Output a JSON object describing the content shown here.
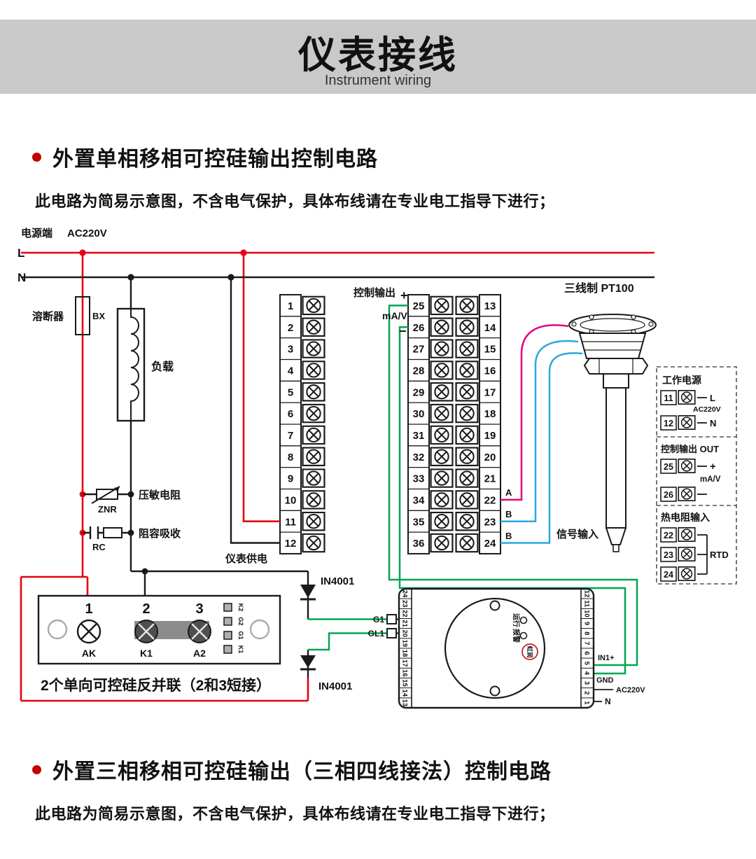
{
  "header": {
    "title": "仪表接线",
    "subtitle": "Instrument wiring"
  },
  "sections": {
    "s1_title": "外置单相移相可控硅输出控制电路",
    "s1_note": "此电路为简易示意图，不含电气保护，具体布线请在专业电工指导下进行；",
    "s2_title": "外置三相移相可控硅输出（三相四线接法）控制电路",
    "s2_note": "此电路为简易示意图，不含电气保护，具体布线请在专业电工指导下进行；"
  },
  "diagram": {
    "power": {
      "label": "电源端",
      "voltage": "AC220V",
      "line_l": "L",
      "line_n": "N"
    },
    "components": {
      "fuse": "溶断器",
      "fuse_code": "BX",
      "load": "负载",
      "varistor": "压敏电阻",
      "varistor_code": "ZNR",
      "rc": "阻容吸收",
      "rc_code": "RC",
      "meter_supply": "仪表供电",
      "control_output": "控制输出",
      "plus": "+",
      "ma_v": "mA/V",
      "minus": "−",
      "pt100": "三线制 PT100",
      "wire_a": "A",
      "wire_b1": "B",
      "wire_b2": "B",
      "signal_input": "信号输入",
      "diode1": "IN4001",
      "diode2": "IN4001"
    },
    "terminal_blocks": {
      "left": [
        "1",
        "2",
        "3",
        "4",
        "5",
        "6",
        "7",
        "8",
        "9",
        "10",
        "11",
        "12"
      ],
      "mid_left": [
        "25",
        "26",
        "27",
        "28",
        "29",
        "30",
        "31",
        "32",
        "33",
        "34",
        "35",
        "36"
      ],
      "mid_right": [
        "13",
        "14",
        "15",
        "16",
        "17",
        "18",
        "19",
        "20",
        "21",
        "22",
        "23",
        "24"
      ]
    },
    "scr_module": {
      "terminals": [
        "1",
        "2",
        "3"
      ],
      "terminal_names": [
        "AK",
        "K1",
        "A2"
      ],
      "strip_labels": [
        "K2",
        "G2",
        "G1",
        "K1"
      ],
      "caption": "2个单向可控硅反并联（2和3短接）"
    },
    "trigger_module": {
      "g1": "G1",
      "gl1": "GL1",
      "left_strip": [
        "24",
        "23",
        "22",
        "21",
        "20",
        "19",
        "18",
        "17",
        "16",
        "15",
        "14",
        "13"
      ],
      "right_strip": [
        "12",
        "11",
        "10",
        "9",
        "8",
        "7",
        "6",
        "5",
        "4",
        "3",
        "2",
        "1"
      ],
      "run": "运行",
      "alarm": "报警",
      "logo": "虹润",
      "in1": "IN1+",
      "gnd": "GND",
      "ac": "AC220V",
      "n": "N"
    },
    "legend_panel": {
      "power_title": "工作电源",
      "power_rows": [
        "11",
        "12"
      ],
      "power_l": "L",
      "power_n": "N",
      "power_v": "AC220V",
      "out_title": "控制输出 OUT",
      "out_rows": [
        "25",
        "26"
      ],
      "out_plus": "+",
      "out_unit": "mA/V",
      "rtd_title": "热电阻输入",
      "rtd_rows": [
        "22",
        "23",
        "24"
      ],
      "rtd_label": "RTD"
    },
    "colors": {
      "line_red": "#e60012",
      "wire_magenta": "#e6007e",
      "wire_blue": "#29a9e1",
      "wire_green": "#00a551",
      "banner_gray": "#c9c9c9"
    }
  }
}
